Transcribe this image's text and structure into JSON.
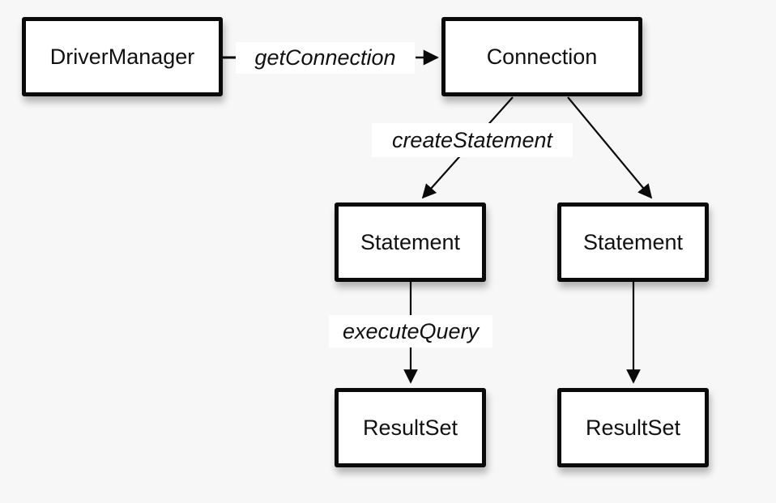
{
  "canvas": {
    "background_color": "#f7f7f7",
    "node_fill": "#ffffff",
    "node_border_color": "#0a0a0a",
    "text_color": "#111111"
  },
  "diagram": {
    "nodes": [
      {
        "id": "driver-manager",
        "label": "DriverManager"
      },
      {
        "id": "connection",
        "label": "Connection"
      },
      {
        "id": "statement-left",
        "label": "Statement"
      },
      {
        "id": "statement-right",
        "label": "Statement"
      },
      {
        "id": "resultset-left",
        "label": "ResultSet"
      },
      {
        "id": "resultset-right",
        "label": "ResultSet"
      }
    ],
    "edge_labels": [
      {
        "id": "get-connection",
        "label": "getConnection"
      },
      {
        "id": "create-statement",
        "label": "createStatement"
      },
      {
        "id": "execute-query",
        "label": "executeQuery"
      }
    ]
  }
}
